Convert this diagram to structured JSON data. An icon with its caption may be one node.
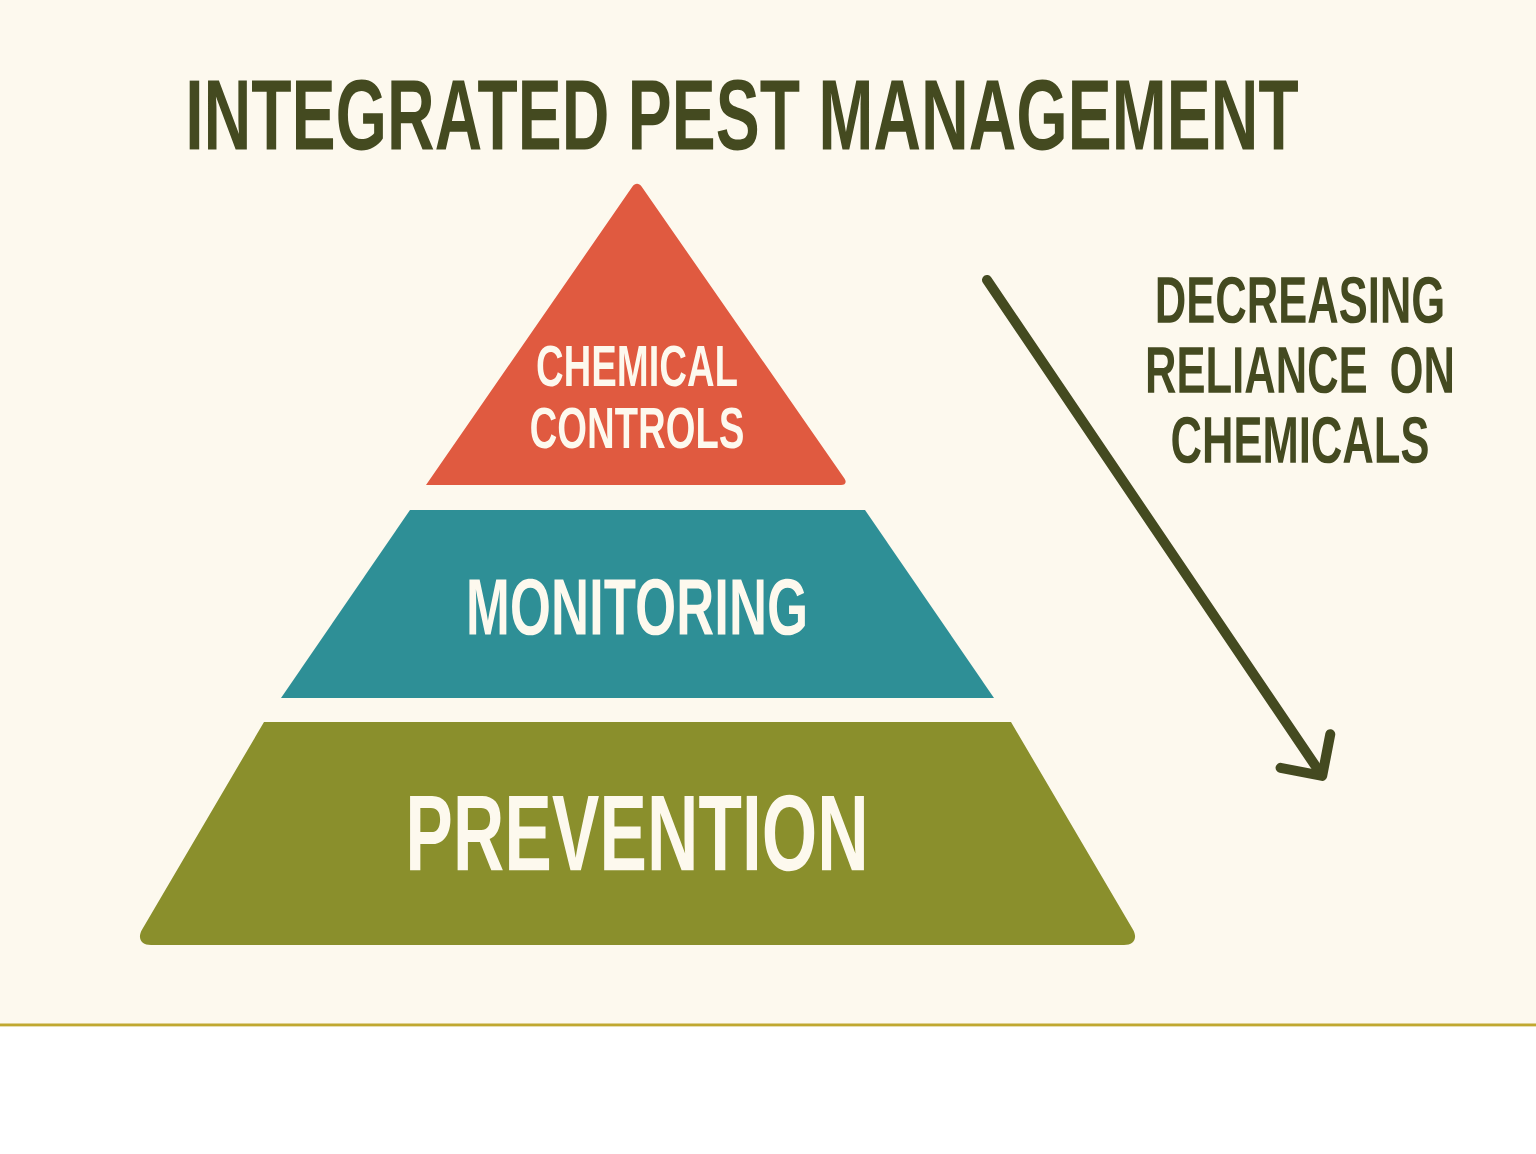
{
  "diagram": {
    "title": "INTEGRATED PEST MANAGEMENT",
    "nodes": [
      {
        "text": [
          "CHEMICAL CONTROLS"
        ]
      },
      {
        "text": [
          "MONITORING"
        ]
      },
      {
        "text": [
          "PREVENTION"
        ]
      }
    ],
    "labels": [
      "DECREASING RELIANCE ON CHEMICALS"
    ]
  }
}
